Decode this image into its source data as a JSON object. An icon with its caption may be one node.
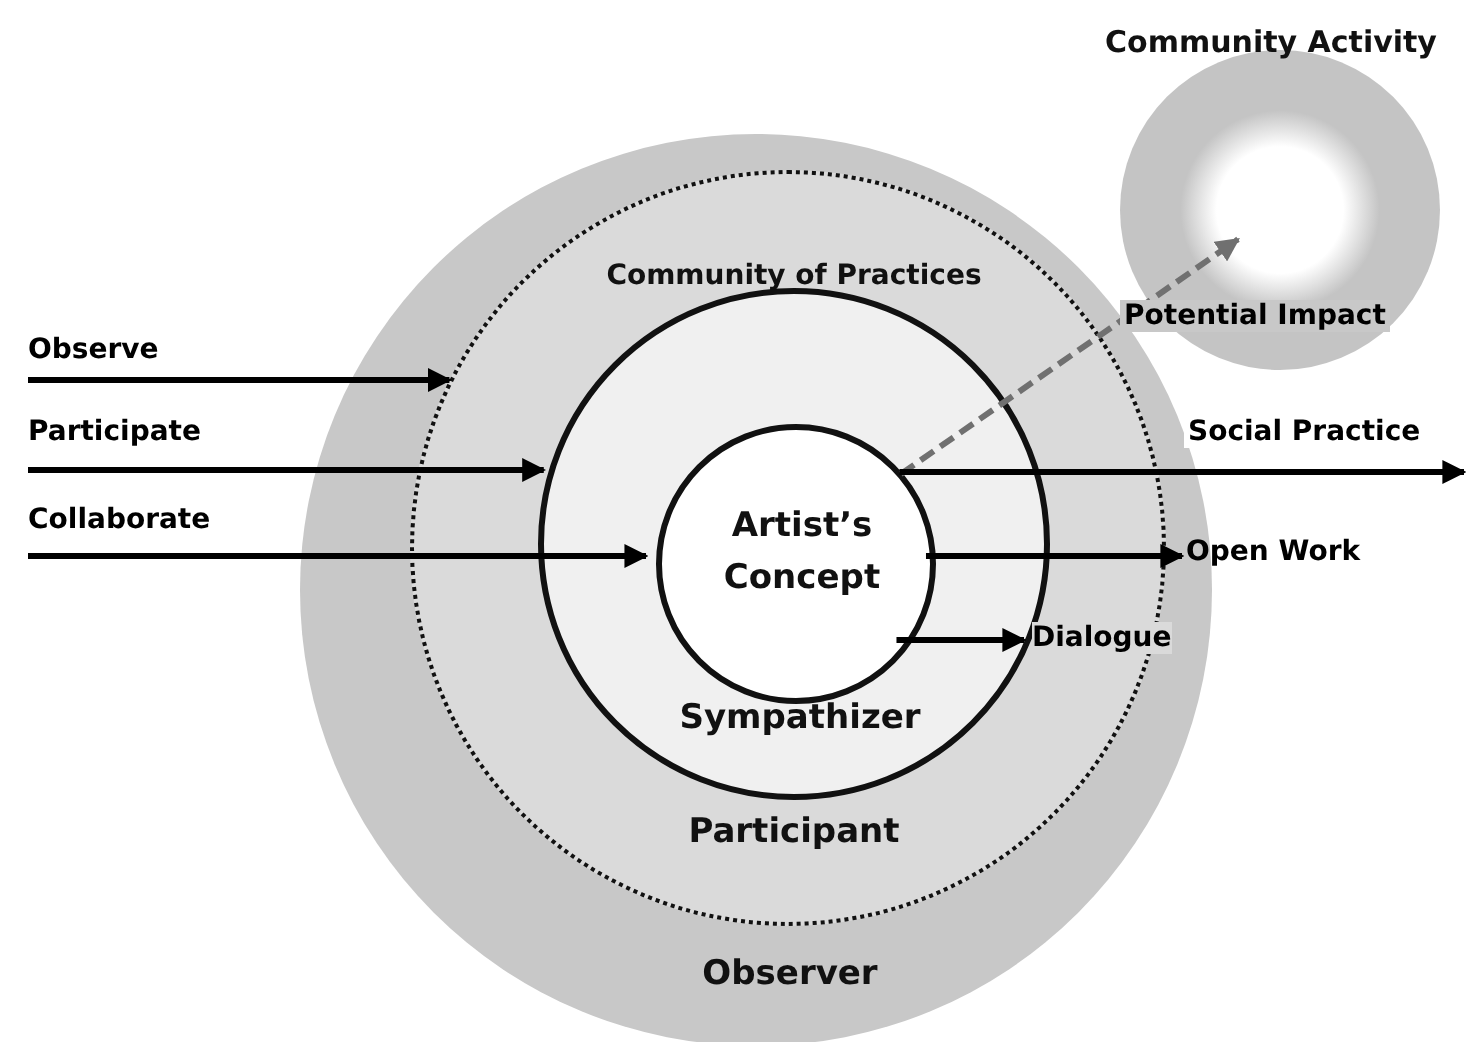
{
  "diagram": {
    "nodes": [
      {
        "text": [
          "Community Activity"
        ]
      },
      {
        "text": [
          "Observer"
        ]
      },
      {
        "text": [
          "Community of Practices",
          "Participant"
        ],
        "in": 1
      },
      {
        "text": [
          "Sympathizer"
        ],
        "in": 2
      },
      {
        "text": [
          "Artist’s Concept"
        ],
        "in": 3
      },
      {
        "text": [
          "Observe"
        ]
      },
      {
        "text": [
          "Participate"
        ]
      },
      {
        "text": [
          "Collaborate"
        ]
      },
      {
        "text": [
          "Open Work"
        ]
      },
      {
        "text": [
          "Dialogue"
        ],
        "in": 2
      }
    ],
    "edges": [
      {
        "from": 5,
        "to": 2,
        "arrow": "to"
      },
      {
        "from": 6,
        "to": 3,
        "arrow": "to"
      },
      {
        "from": 7,
        "to": 4,
        "arrow": "to"
      },
      {
        "from": 4,
        "to": 0,
        "arrow": "to",
        "label": "Potential Impact",
        "style": "dashed",
        "color": "#707070"
      },
      {
        "from": 4,
        "to": null,
        "arrow": "to",
        "label": "Social Practice"
      },
      {
        "from": 4,
        "to": 8,
        "arrow": "to"
      },
      {
        "from": 4,
        "to": 9,
        "arrow": "to"
      }
    ]
  }
}
